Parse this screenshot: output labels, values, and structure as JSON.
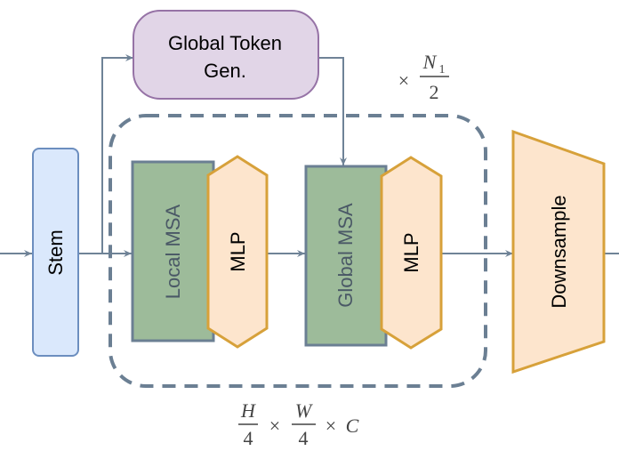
{
  "blocks": {
    "stem": "Stem",
    "global_token_gen": [
      "Global Token",
      "Gen."
    ],
    "local_msa": "Local MSA",
    "mlp_1": "MLP",
    "global_msa": "Global MSA",
    "mlp_2": "MLP",
    "downsample": "Downsample"
  },
  "repeat_label": {
    "times": "×",
    "numerator": "N",
    "numerator_sub": "1",
    "denominator": "2"
  },
  "size_label": {
    "h_num": "H",
    "h_den": "4",
    "times_1": "×",
    "w_num": "W",
    "w_den": "4",
    "times_2": "×",
    "c": "C"
  },
  "colors": {
    "arrow": "#6f8397",
    "stem_fill": "#dae8fc",
    "stem_stroke": "#6c8ebf",
    "gtg_fill": "#e1d5e7",
    "gtg_stroke": "#9673a6",
    "msa_fill": "#9dbb9a",
    "msa_stroke": "#6b7f93",
    "mlp_fill": "#fde5cd",
    "mlp_stroke": "#d7a13a",
    "dashed_box": "#6b7f93"
  }
}
